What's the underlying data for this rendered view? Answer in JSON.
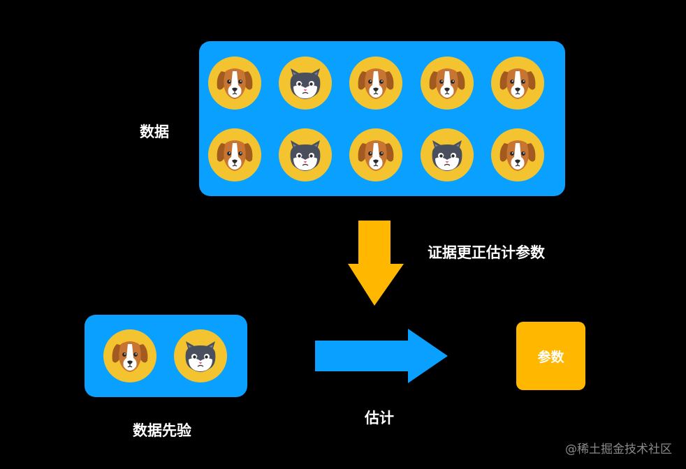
{
  "labels": {
    "data": "数据",
    "evidence_update": "证据更正估计参数",
    "prior": "数据先验",
    "estimate": "估计",
    "params": "参数"
  },
  "watermark": "@稀土掘金技术社区",
  "data_grid": {
    "row1": [
      "dog",
      "cat",
      "dog",
      "dog",
      "dog"
    ],
    "row2": [
      "dog",
      "cat",
      "dog",
      "cat",
      "dog"
    ]
  },
  "prior_pets": [
    "dog",
    "cat"
  ],
  "colors": {
    "background": "#000000",
    "box_blue": "#0aa0ff",
    "arrow_yellow": "#ffb700",
    "arrow_blue": "#0aa0ff",
    "pet_circle": "#f4c430"
  }
}
